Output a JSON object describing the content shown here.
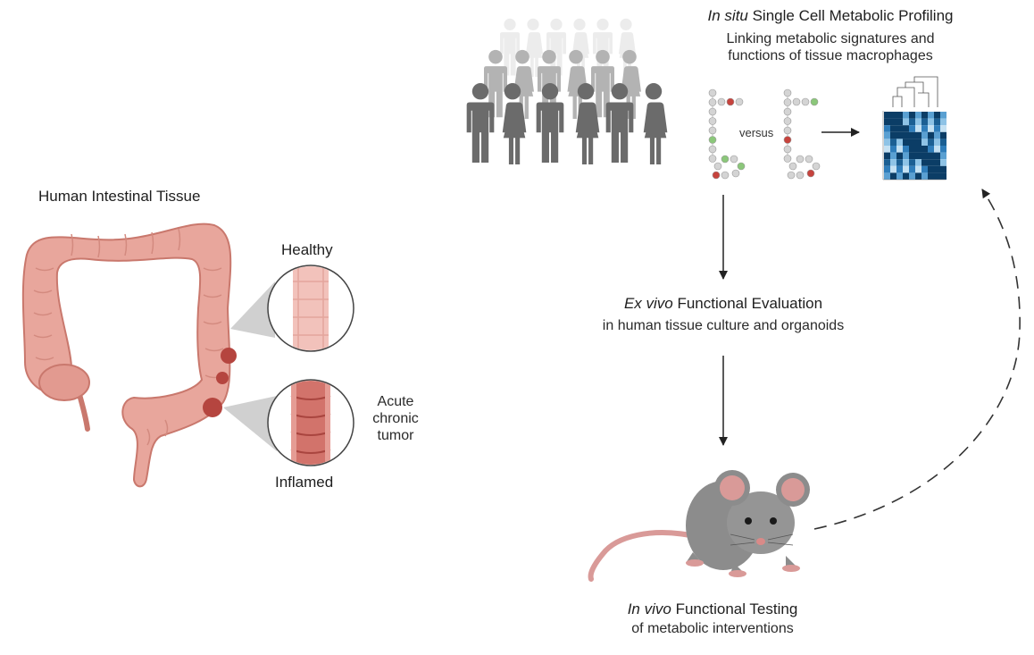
{
  "tissue": {
    "title": "Human Intestinal Tissue",
    "healthy_label": "Healthy",
    "inflamed_label": "Inflamed",
    "condition_lines": [
      "Acute",
      "chronic",
      "tumor"
    ]
  },
  "profiling": {
    "title_italic": "In situ",
    "title_rest": " Single Cell Metabolic Profiling",
    "subtitle_lines": [
      "Linking metabolic signatures and",
      "functions of tissue macrophages"
    ],
    "versus_label": "versus"
  },
  "ex_vivo": {
    "title_italic": "Ex vivo",
    "title_rest": " Functional Evaluation",
    "subtitle": "in human tissue culture and organoids"
  },
  "in_vivo": {
    "title_italic": "In vivo",
    "title_rest": " Functional Testing",
    "subtitle": "of metabolic interventions"
  },
  "colors": {
    "colon": "#e8a69c",
    "colon_dark": "#c9786d",
    "lesion": "#b5453f",
    "person_dark": "#6b6b6b",
    "person_mid": "#a8a8a8",
    "person_light": "#dcdcdc",
    "heatmap_dark": "#0b3d66",
    "heatmap_light": "#a9d2ec",
    "mouse": "#8c8c8c",
    "mouse_pink": "#d99a98"
  }
}
